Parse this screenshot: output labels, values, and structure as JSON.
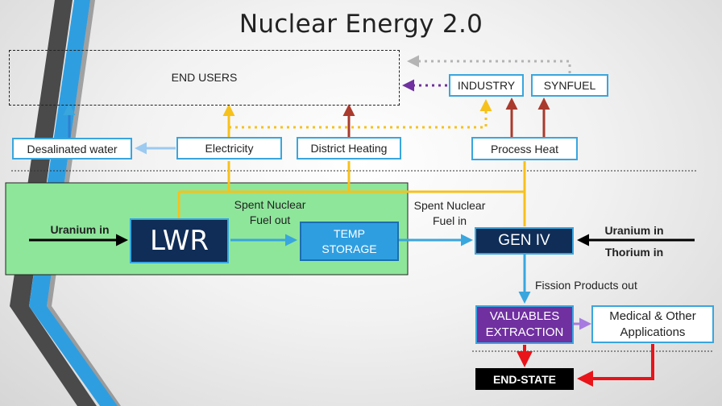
{
  "title": "Nuclear Energy 2.0",
  "nodes": {
    "end_users": "END USERS",
    "industry": "INDUSTRY",
    "synfuel": "SYNFUEL",
    "desalinated_water": "Desalinated water",
    "electricity": "Electricity",
    "district_heating": "District Heating",
    "process_heat": "Process Heat",
    "lwr": "LWR",
    "temp_storage_line1": "TEMP",
    "temp_storage_line2": "STORAGE",
    "gen_iv": "GEN IV",
    "valuables_line1": "VALUABLES",
    "valuables_line2": "EXTRACTION",
    "medical_line1": "Medical & Other",
    "medical_line2": "Applications",
    "end_state": "END-STATE"
  },
  "labels": {
    "uranium_in_left": "Uranium in",
    "spent_fuel_out_line1": "Spent Nuclear",
    "spent_fuel_out_line2": "Fuel out",
    "spent_fuel_in_line1": "Spent Nuclear",
    "spent_fuel_in_line2": "Fuel in",
    "uranium_in_right": "Uranium in",
    "thorium_in": "Thorium in",
    "fission_products_out": "Fission Products out"
  },
  "colors": {
    "accent_blue": "#39a6de",
    "dark_navy": "#0f2d57",
    "yellow_flow": "#f7c11c",
    "red_flow": "#a93a2d",
    "purple": "#7030a0",
    "bright_red": "#e8141a",
    "green_panel": "#8ee69a"
  }
}
